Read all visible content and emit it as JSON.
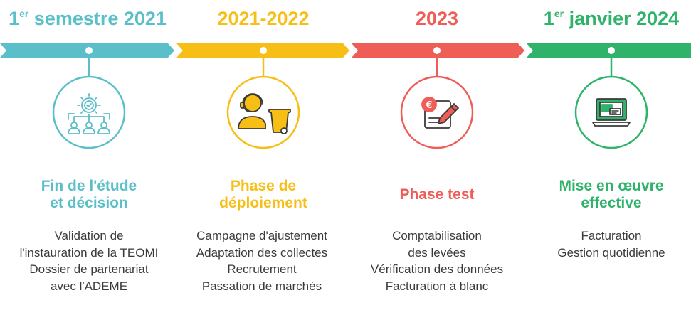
{
  "steps": [
    {
      "title_main": "1",
      "title_sup": "er",
      "title_rest": " semestre 2021",
      "color": "#5bbfc9",
      "icon": "network-gear-people-icon",
      "heading": [
        "Fin de l'étude",
        "et décision"
      ],
      "items": [
        "Validation de",
        "l'instauration de la TEOMI",
        "Dossier de partenariat",
        "avec l'ADEME"
      ]
    },
    {
      "title_main": "2021-2022",
      "title_sup": "",
      "title_rest": "",
      "color": "#f7be16",
      "icon": "agent-headset-bin-icon",
      "heading": [
        "Phase de",
        "déploiement"
      ],
      "items": [
        "Campagne d'ajustement",
        "Adaptation des collectes",
        "Recrutement",
        "Passation de marchés"
      ]
    },
    {
      "title_main": "2023",
      "title_sup": "",
      "title_rest": "",
      "color": "#ef5d57",
      "icon": "euro-document-pen-icon",
      "heading": [
        "Phase test"
      ],
      "items": [
        "Comptabilisation",
        "des levées",
        "Vérification des données",
        "Facturation à blanc"
      ]
    },
    {
      "title_main": "1",
      "title_sup": "er",
      "title_rest": " janvier 2024",
      "color": "#2fb36b",
      "icon": "computer-screen-icon",
      "heading": [
        "Mise en œuvre",
        "effective"
      ],
      "items": [
        "Facturation",
        "Gestion quotidienne"
      ]
    }
  ]
}
